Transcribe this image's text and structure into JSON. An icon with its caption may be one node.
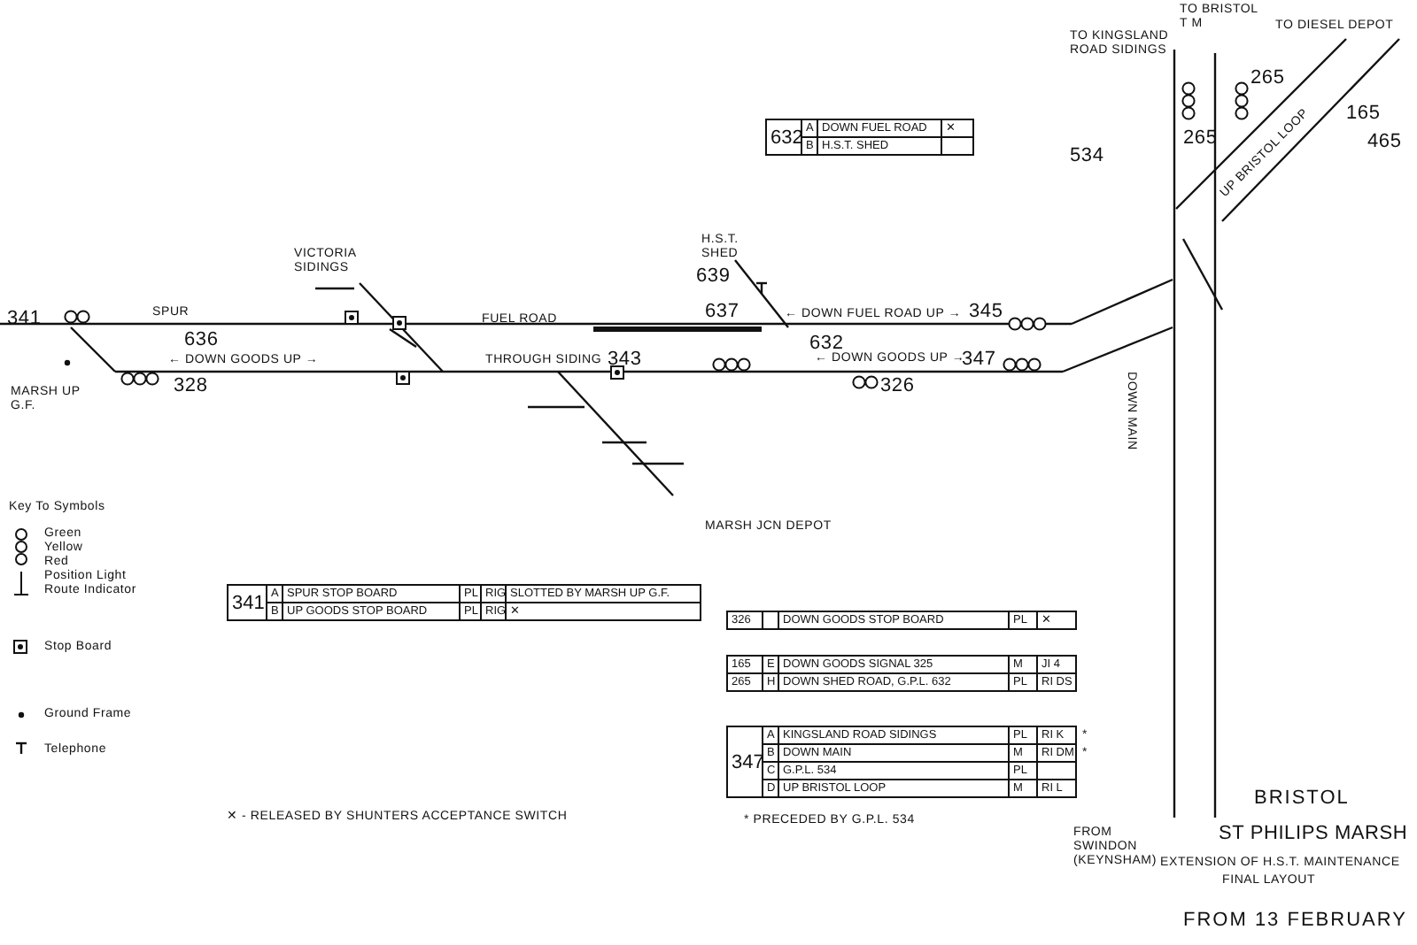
{
  "diagram": {
    "labels": [
      "TO BRISTOL T M",
      "TO KINGSLAND ROAD SIDINGS",
      "TO DIESEL DEPOT",
      "265",
      "UP BRISTOL LOOP",
      "632",
      "A",
      "DOWN FUEL ROAD",
      "✕",
      "B",
      "H.S.T. SHED",
      "534",
      "265",
      "165",
      "465",
      "VICTORIA SIDINGS",
      "H.S.T. SHED",
      "639",
      "341",
      "SPUR",
      "636",
      "FUEL ROAD",
      "637",
      "← DOWN FUEL ROAD UP →",
      "345",
      "632",
      "MARSH UP G.F.",
      "← DOWN GOODS UP →",
      "328",
      "THROUGH SIDING",
      "343",
      "← DOWN GOODS UP →",
      "347",
      "326",
      "DOWN MAIN",
      "MARSH JCN DEPOT",
      "FROM SWINDON (KEYNSHAM)",
      "Key To Symbols",
      "341",
      "A",
      "SPUR STOP BOARD",
      "PL",
      "RIG",
      "SLOTTED BY MARSH UP G.F.",
      "B",
      "UP GOODS STOP BOARD",
      "PL",
      "RIG",
      "✕",
      "326",
      "DOWN GOODS STOP BOARD",
      "PL",
      "✕",
      "165",
      "E",
      "DOWN GOODS SIGNAL 325",
      "M",
      "JI 4",
      "265",
      "H",
      "DOWN SHED ROAD, G.P.L. 632",
      "PL",
      "RI DS",
      "347",
      "A",
      "KINGSLAND ROAD SIDINGS",
      "PL",
      "RI K",
      "*",
      "B",
      "DOWN MAIN",
      "M",
      "RI DM",
      "*",
      "C",
      "G.P.L. 534",
      "PL",
      "D",
      "UP BRISTOL LOOP",
      "M",
      "RI L",
      "✕ - RELEASED BY SHUNTERS ACCEPTANCE SWITCH",
      "* PRECEDED BY G.P.L. 534",
      "BRISTOL",
      "ST PHILIPS MARSH",
      "EXTENSION OF H.S.T. MAINTENANCE",
      "FINAL LAYOUT",
      "FROM 13 FEBRUARY"
    ],
    "legend": [
      {
        "text": "Green"
      },
      {
        "text": "Yellow"
      },
      {
        "text": "Red"
      },
      {
        "text": "Position Light"
      },
      {
        "text": "Route Indicator"
      },
      {
        "text": "Stop Board"
      },
      {
        "text": "Ground Frame"
      },
      {
        "text": "Telephone"
      }
    ]
  }
}
